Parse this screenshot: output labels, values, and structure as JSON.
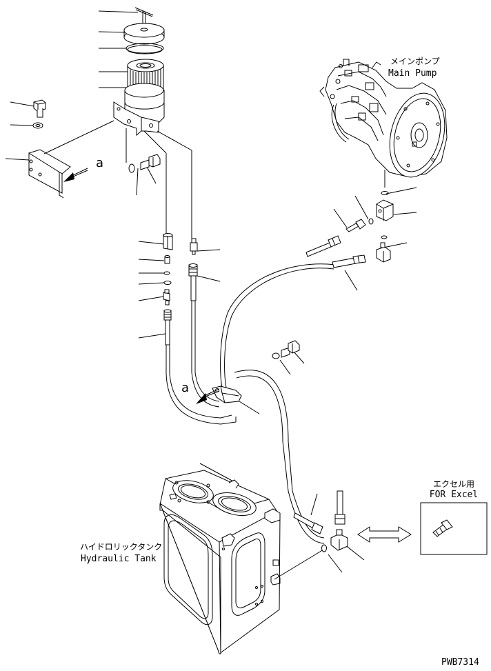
{
  "labels": {
    "main_pump_jp": "メインポンプ",
    "main_pump_en": "Main Pump",
    "hydraulic_tank_jp": "ハイドロリックタンク",
    "hydraulic_tank_en": "Hydraulic Tank",
    "excel_jp": "エクセル用",
    "excel_en": "FOR Excel",
    "view_marker_1": "a",
    "view_marker_2": "a",
    "drawing_code": "PWB7314"
  }
}
